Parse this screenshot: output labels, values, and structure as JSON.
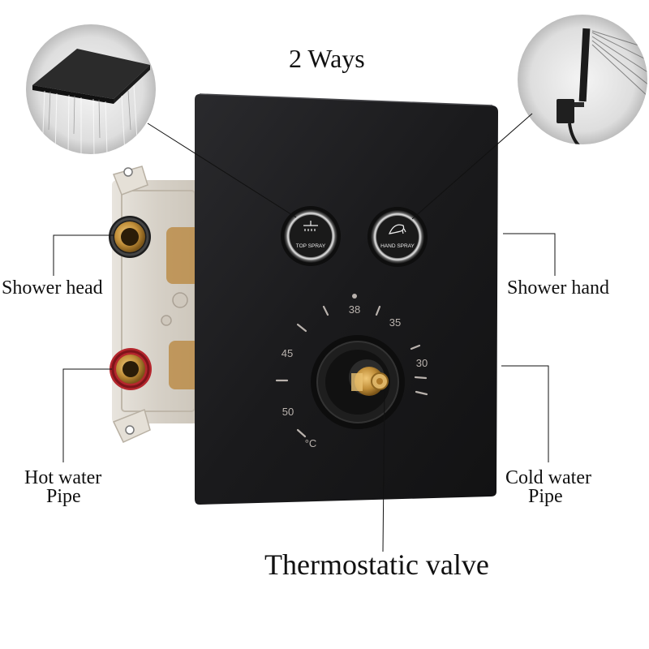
{
  "title": "2 Ways",
  "labels": {
    "shower_head": "Shower head",
    "shower_hand": "Shower hand",
    "hot_water_line1": "Hot water",
    "hot_water_line2": "Pipe",
    "cold_water_line1": "Cold water",
    "cold_water_line2": "Pipe",
    "thermostatic_valve": "Thermostatic valve"
  },
  "buttons": {
    "top_spray": "TOP SPRAY",
    "hand_spray": "HAND SPRAY"
  },
  "dial": {
    "temps": [
      "30",
      "35",
      "38",
      "45",
      "50"
    ],
    "unit": "°C"
  },
  "colors": {
    "panel": "#1c1c1e",
    "hot_pipe": "#b5262d",
    "brass": "#c8993f",
    "dial_text": "#b9b2ad"
  }
}
